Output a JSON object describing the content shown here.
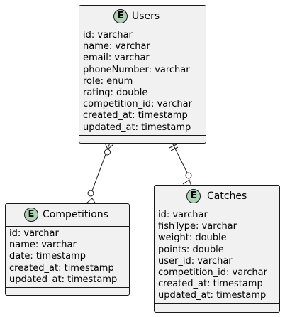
{
  "diagram": {
    "type": "entity-relationship",
    "entities": {
      "users": {
        "name": "Users",
        "badge": "E",
        "attributes": [
          "id: varchar",
          "name: varchar",
          "email: varchar",
          "phoneNumber: varchar",
          "role: enum",
          "rating: double",
          "competition_id: varchar",
          "created_at: timestamp",
          "updated_at: timestamp"
        ]
      },
      "competitions": {
        "name": "Competitions",
        "badge": "E",
        "attributes": [
          "id: varchar",
          "name: varchar",
          "date: timestamp",
          "created_at: timestamp",
          "updated_at: timestamp"
        ]
      },
      "catches": {
        "name": "Catches",
        "badge": "E",
        "attributes": [
          "id: varchar",
          "fishType: varchar",
          "weight: double",
          "points: double",
          "user_id: varchar",
          "competition_id: varchar",
          "created_at: timestamp",
          "updated_at: timestamp"
        ]
      }
    },
    "relationships": [
      {
        "from": "Users",
        "to": "Competitions",
        "from_cardinality": "zero-or-many",
        "to_cardinality": "zero-or-many"
      },
      {
        "from": "Users",
        "to": "Catches",
        "from_cardinality": "exactly-one",
        "to_cardinality": "zero-or-many"
      }
    ],
    "colors": {
      "entity_fill": "#f1f1f1",
      "badge_fill": "#add1b2",
      "stroke": "#181818"
    }
  }
}
